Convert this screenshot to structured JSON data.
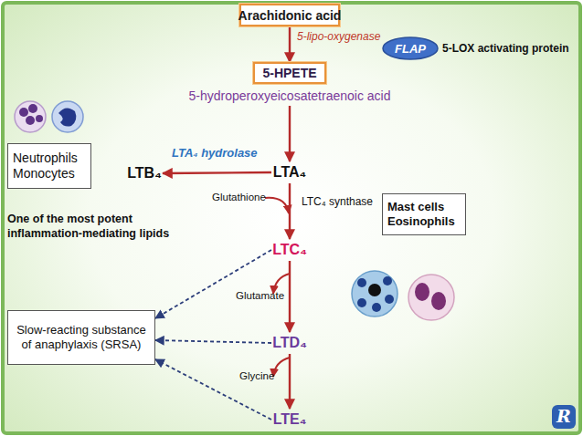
{
  "diagram": {
    "nodes": [
      {
        "text": [
          "Arachidonic acid"
        ]
      },
      {
        "text": [
          "FLAP"
        ]
      },
      {
        "text": [
          "5-HPETE",
          "5-hydroperoxyeicosatetraenoic acid"
        ]
      },
      {
        "text": [
          "Neutrophils Monocytes"
        ]
      },
      {
        "text": [
          "LTB₄"
        ]
      },
      {
        "text": [
          "LTA₄"
        ]
      },
      {
        "text": [
          "Mast cells Eosinophils"
        ]
      },
      {
        "text": [
          "LTC₄"
        ]
      },
      {
        "text": [
          "Slow-reacting substance of anaphylaxis (SRSA)"
        ]
      },
      {
        "text": [
          "LTD₄"
        ]
      },
      {
        "text": [
          "LTE₄"
        ]
      }
    ],
    "edges": [
      {
        "from": 0,
        "to": 2,
        "arrow": "to",
        "label": "5-lipo-oxygenase"
      },
      {
        "from": 2,
        "to": 5,
        "arrow": "to"
      },
      {
        "from": 5,
        "to": 4,
        "arrow": "to",
        "label": "LTA₄ hydrolase"
      },
      {
        "from": 5,
        "to": 7,
        "arrow": "to",
        "label": "LTC₄ synthase"
      },
      {
        "from": 7,
        "to": 9,
        "arrow": "to",
        "label": "Glutamate"
      },
      {
        "from": 9,
        "to": 10,
        "arrow": "to",
        "label": "Glycine"
      },
      {
        "from": 7,
        "to": 8,
        "arrow": "to"
      },
      {
        "from": 9,
        "to": 8,
        "arrow": "to"
      },
      {
        "from": 10,
        "to": 8,
        "arrow": "to"
      }
    ],
    "labels": [
      "5-LOX activating protein",
      "One of the most potent inflammation-mediating lipids",
      "Glutathione",
      "R"
    ]
  }
}
